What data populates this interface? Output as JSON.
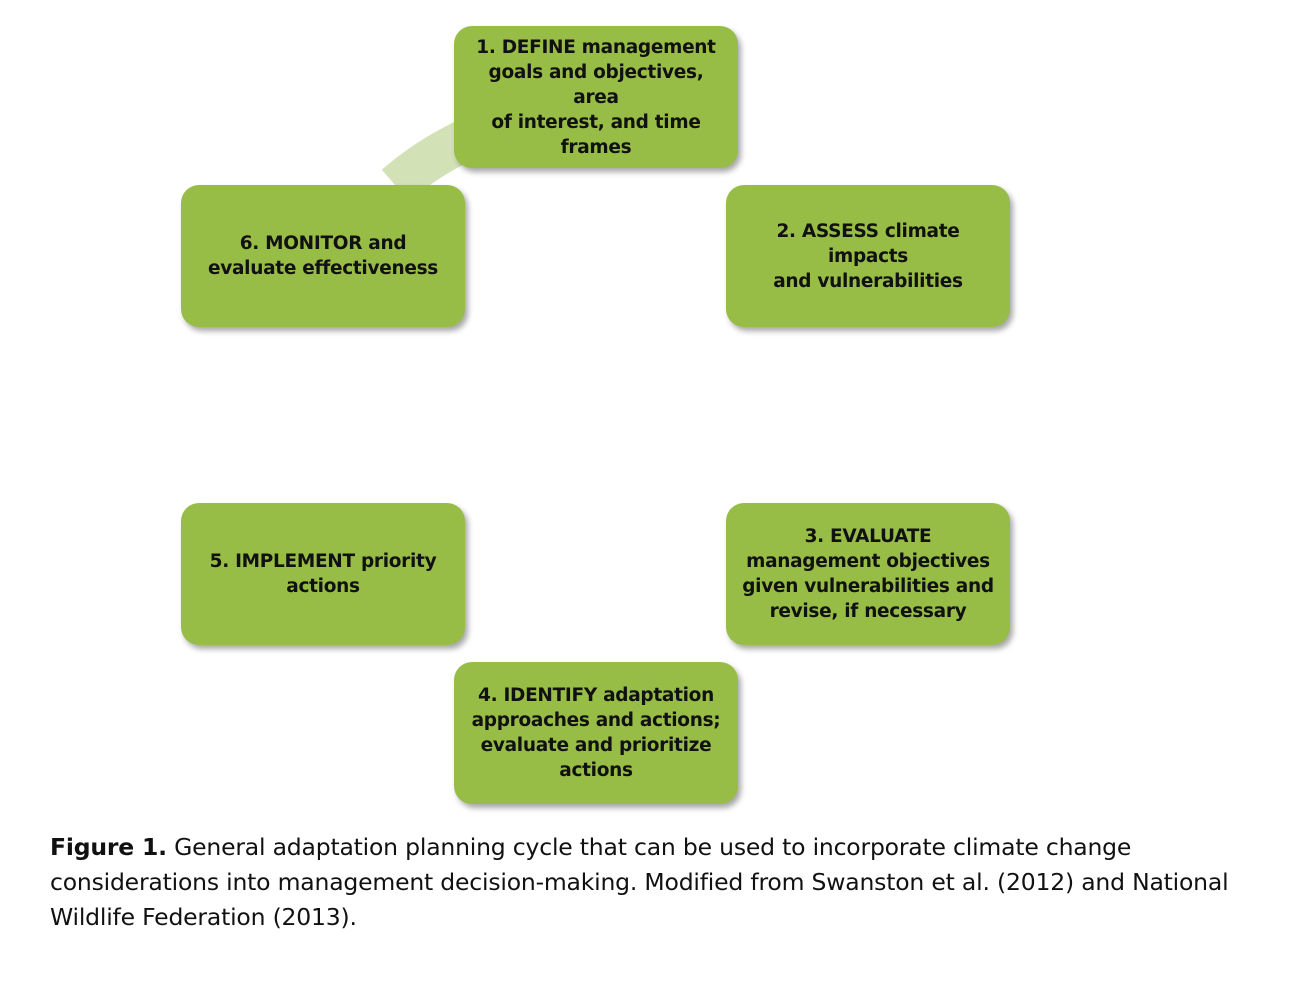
{
  "diagram": {
    "type": "cycle",
    "colors": {
      "box_fill": "#97bd47",
      "ring_fill": "#d2e2b6",
      "text": "#111111"
    },
    "steps": [
      {
        "lines": [
          "1. DEFINE management",
          "goals and objectives, area",
          "of interest, and time",
          "frames"
        ]
      },
      {
        "lines": [
          "2. ASSESS climate impacts",
          "and vulnerabilities"
        ]
      },
      {
        "lines": [
          "3. EVALUATE",
          "management objectives",
          "given vulnerabilities and",
          "revise, if necessary"
        ]
      },
      {
        "lines": [
          "4. IDENTIFY adaptation",
          "approaches and actions;",
          "evaluate and prioritize",
          "actions"
        ]
      },
      {
        "lines": [
          "5. IMPLEMENT priority",
          "actions"
        ]
      },
      {
        "lines": [
          "6. MONITOR and",
          "evaluate effectiveness"
        ]
      }
    ]
  },
  "caption": {
    "label": "Figure 1.",
    "text": " General adaptation planning cycle that can be used to incorporate climate change considerations into management decision-making. Modified from Swanston et al. (2012) and National Wildlife Federation (2013)."
  }
}
